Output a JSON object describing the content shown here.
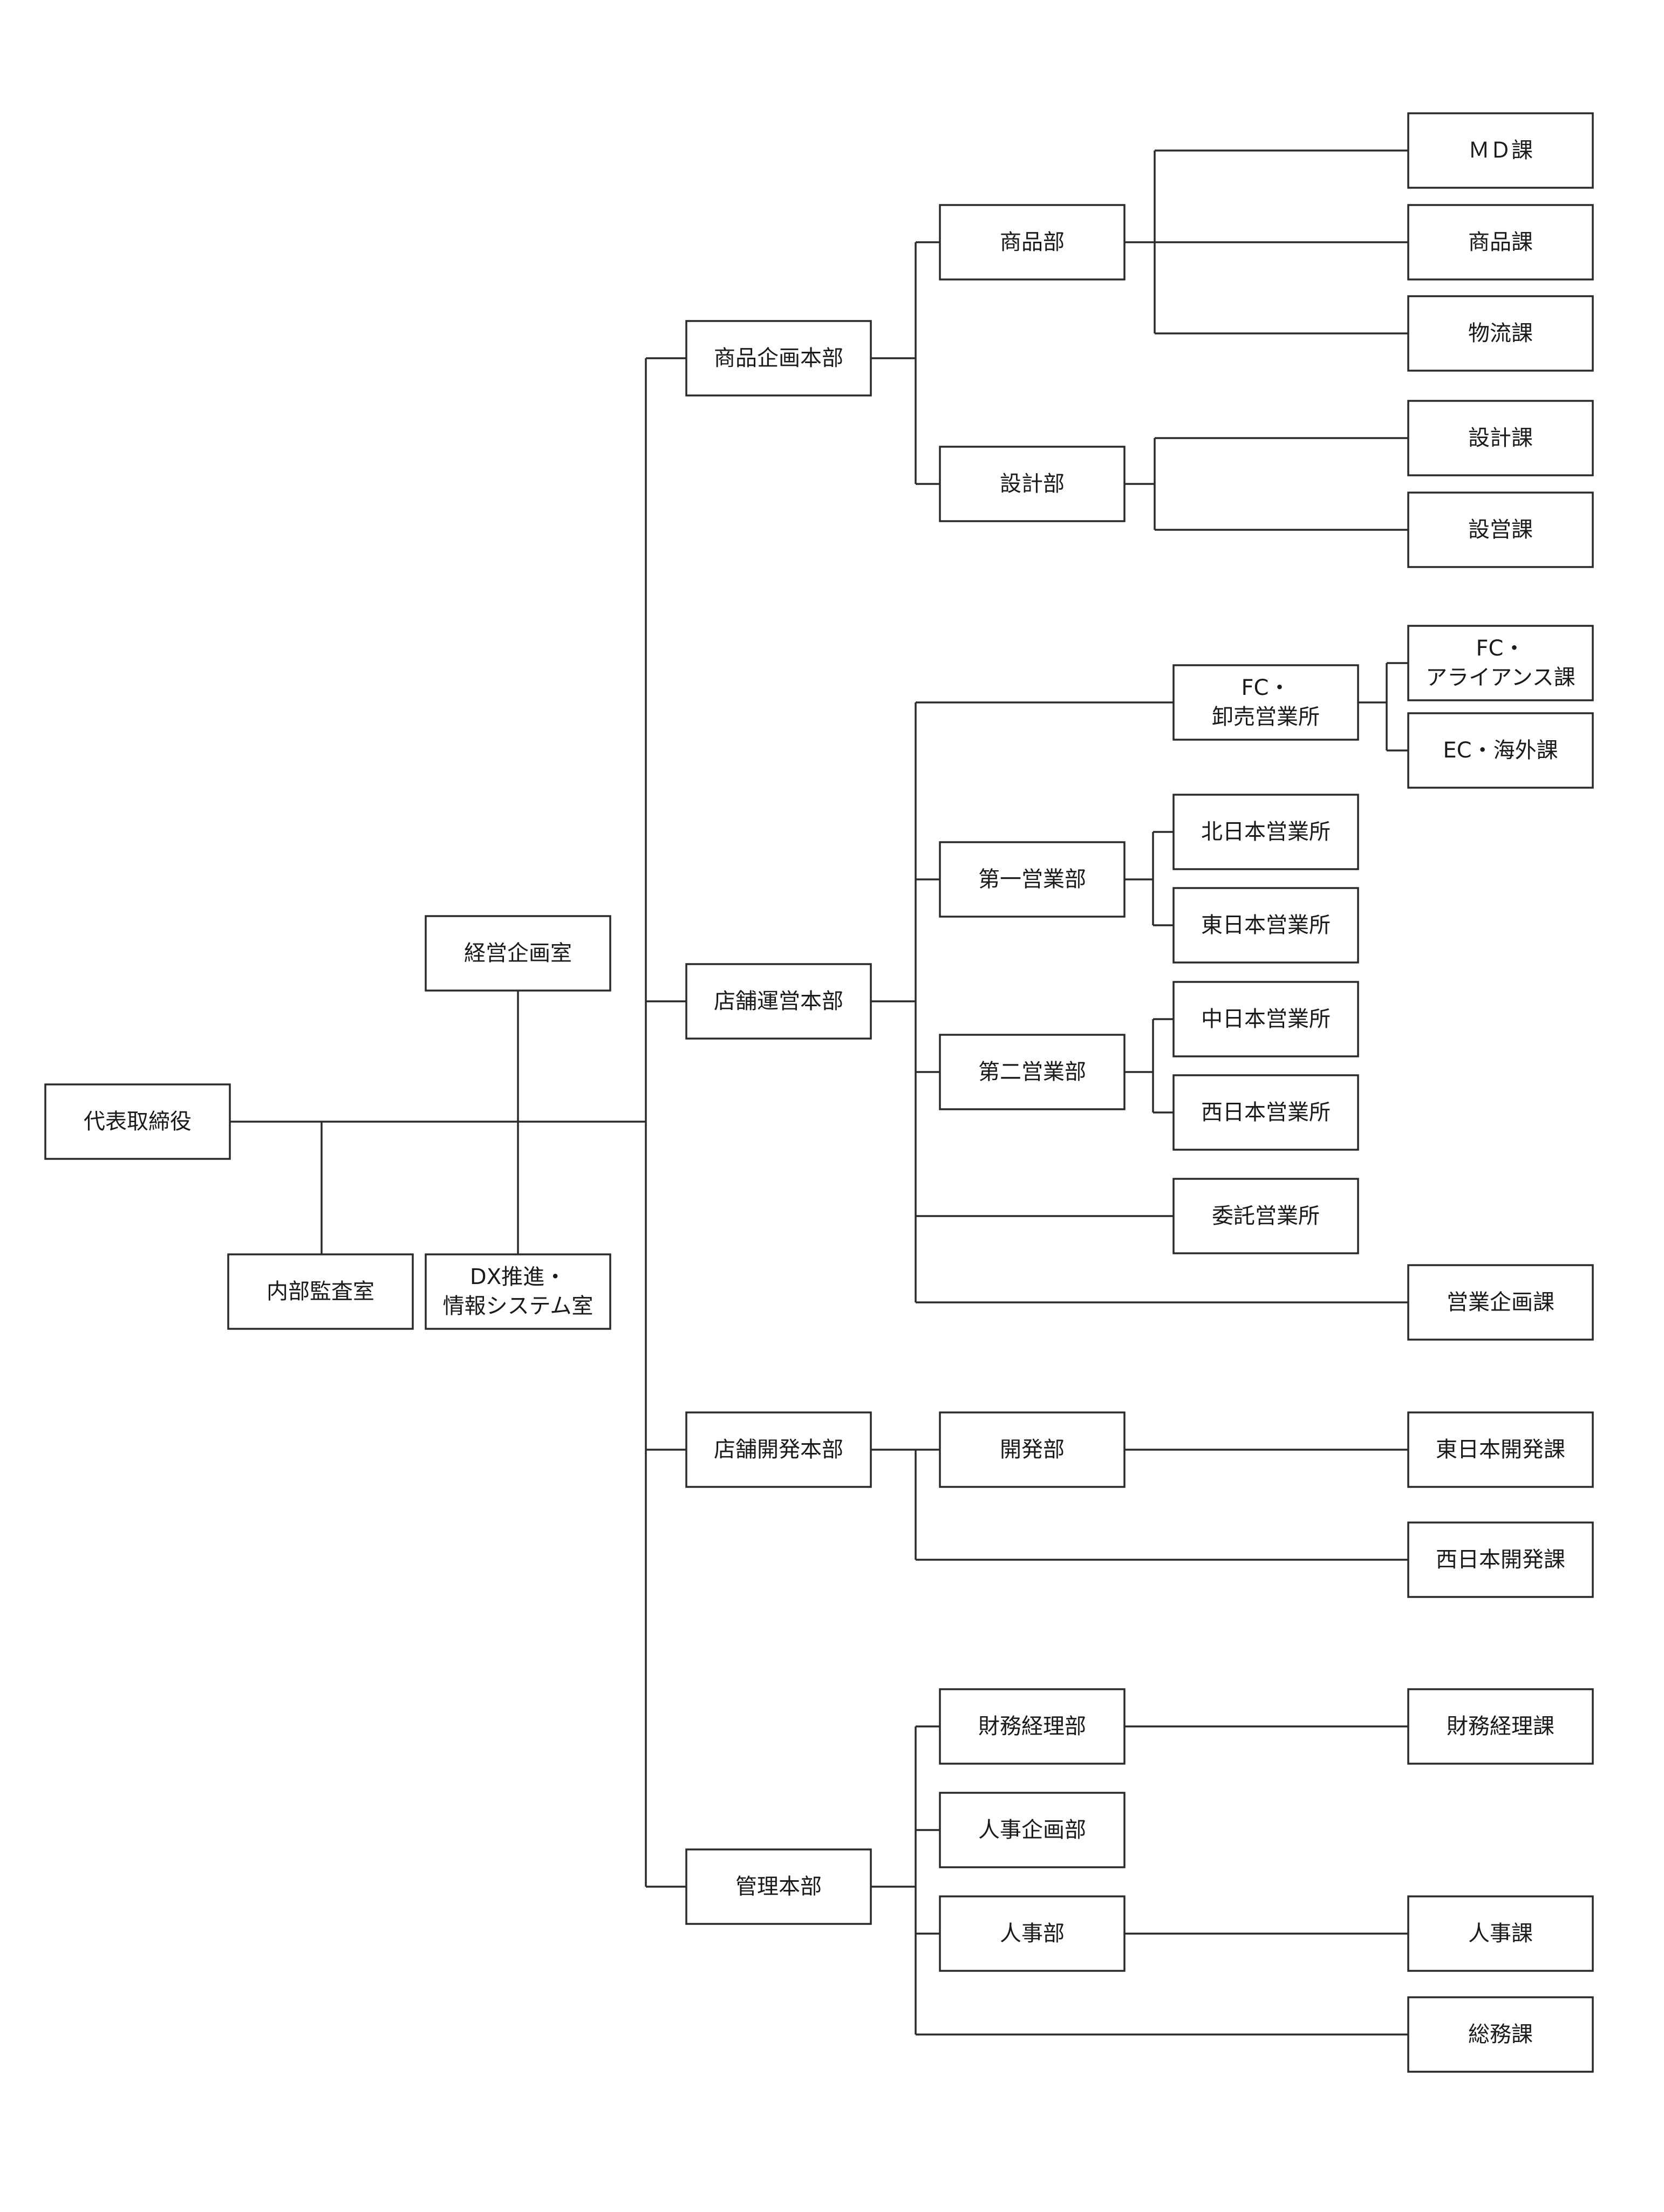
{
  "title": "",
  "colors": {
    "line": "#2a2a2a",
    "text": "#1a1a1a",
    "background": "#ffffff"
  },
  "nodes": [
    {
      "id": "ceo",
      "lines": [
        "代表取締役"
      ]
    },
    {
      "id": "keiei",
      "lines": [
        "経営企画室"
      ]
    },
    {
      "id": "naibu",
      "lines": [
        "内部監査室"
      ]
    },
    {
      "id": "dx",
      "lines": [
        "DX推進・",
        "情報システム室"
      ]
    },
    {
      "id": "shohin_kikaku",
      "lines": [
        "商品企画本部"
      ]
    },
    {
      "id": "shohin_bu",
      "lines": [
        "商品部"
      ]
    },
    {
      "id": "sekkei_bu",
      "lines": [
        "設計部"
      ]
    },
    {
      "id": "md_ka",
      "lines": [
        "ＭＤ課"
      ]
    },
    {
      "id": "shohin_ka",
      "lines": [
        "商品課"
      ]
    },
    {
      "id": "butsuryu_ka",
      "lines": [
        "物流課"
      ]
    },
    {
      "id": "sekkei_ka",
      "lines": [
        "設計課"
      ]
    },
    {
      "id": "seiei_ka",
      "lines": [
        "設営課"
      ]
    },
    {
      "id": "tenpo_unei",
      "lines": [
        "店舗運営本部"
      ]
    },
    {
      "id": "fc_oroshi",
      "lines": [
        "FC・",
        "卸売営業所"
      ]
    },
    {
      "id": "fc_alliance",
      "lines": [
        "FC・",
        "アライアンス課"
      ]
    },
    {
      "id": "ec_kaigai",
      "lines": [
        "EC・海外課"
      ]
    },
    {
      "id": "daiichi",
      "lines": [
        "第一営業部"
      ]
    },
    {
      "id": "kita_nihon",
      "lines": [
        "北日本営業所"
      ]
    },
    {
      "id": "higashi_nihon",
      "lines": [
        "東日本営業所"
      ]
    },
    {
      "id": "daini",
      "lines": [
        "第二営業部"
      ]
    },
    {
      "id": "naka_nihon",
      "lines": [
        "中日本営業所"
      ]
    },
    {
      "id": "nishi_nihon",
      "lines": [
        "西日本営業所"
      ]
    },
    {
      "id": "itaku",
      "lines": [
        "委託営業所"
      ]
    },
    {
      "id": "eigyo_kikaku",
      "lines": [
        "営業企画課"
      ]
    },
    {
      "id": "tenpo_kaihatsu",
      "lines": [
        "店舗開発本部"
      ]
    },
    {
      "id": "kaihatsu_bu",
      "lines": [
        "開発部"
      ]
    },
    {
      "id": "higashi_kaihatsu",
      "lines": [
        "東日本開発課"
      ]
    },
    {
      "id": "nishi_kaihatsu",
      "lines": [
        "西日本開発課"
      ]
    },
    {
      "id": "kanri",
      "lines": [
        "管理本部"
      ]
    },
    {
      "id": "zaimu_bu",
      "lines": [
        "財務経理部"
      ]
    },
    {
      "id": "jinji_kikaku",
      "lines": [
        "人事企画部"
      ]
    },
    {
      "id": "jinji_bu",
      "lines": [
        "人事部"
      ]
    },
    {
      "id": "zaimu_ka",
      "lines": [
        "財務経理課"
      ]
    },
    {
      "id": "jinji_ka",
      "lines": [
        "人事課"
      ]
    },
    {
      "id": "somu_ka",
      "lines": [
        "総務課"
      ]
    }
  ]
}
